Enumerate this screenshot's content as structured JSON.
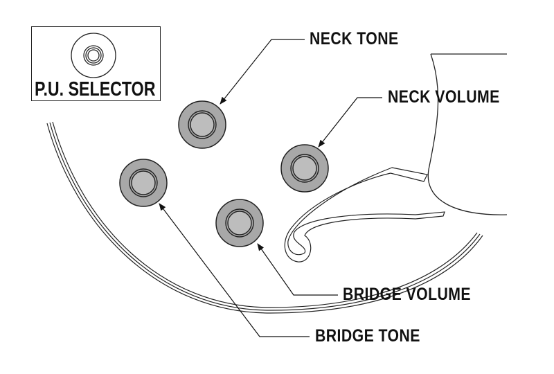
{
  "labels": {
    "pu_selector": "P.U. SELECTOR",
    "neck_tone": "NECK TONE",
    "neck_volume": "NECK VOLUME",
    "bridge_volume": "BRIDGE VOLUME",
    "bridge_tone": "BRIDGE TONE"
  },
  "colors": {
    "knob_fill": "#a8a8a8",
    "line": "#111111"
  }
}
